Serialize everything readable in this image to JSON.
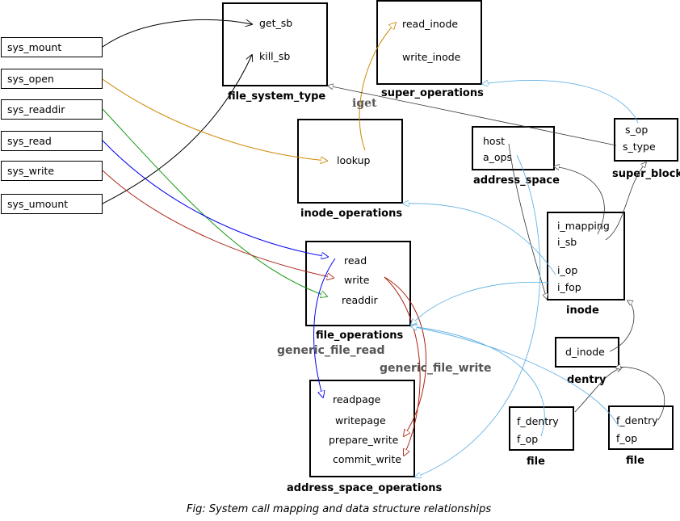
{
  "syscalls": [
    "sys_mount",
    "sys_open",
    "sys_readdir",
    "sys_read",
    "sys_write",
    "sys_umount"
  ],
  "file_system_type": {
    "title": "file_system_type",
    "fields": [
      "get_sb",
      "kill_sb"
    ]
  },
  "super_operations": {
    "title": "super_operations",
    "fields": [
      "read_inode",
      "write_inode"
    ]
  },
  "inode_operations": {
    "title": "inode_operations",
    "fields": [
      "lookup"
    ]
  },
  "file_operations": {
    "title": "file_operations",
    "fields": [
      "read",
      "write",
      "readdir"
    ]
  },
  "address_space_operations": {
    "title": "address_space_operations",
    "fields": [
      "readpage",
      "writepage",
      "prepare_write",
      "commit_write"
    ]
  },
  "address_space": {
    "title": "address_space",
    "fields": [
      "host",
      "a_ops"
    ]
  },
  "super_block": {
    "title": "super_block",
    "fields": [
      "s_op",
      "s_type"
    ]
  },
  "inode": {
    "title": "inode",
    "fields": [
      "i_mapping",
      "i_sb",
      "i_op",
      "i_fop"
    ]
  },
  "dentry": {
    "title": "dentry",
    "fields": [
      "d_inode"
    ]
  },
  "file1": {
    "title": "file",
    "fields": [
      "f_dentry",
      "f_op"
    ]
  },
  "file2": {
    "title": "file",
    "fields": [
      "f_dentry",
      "f_op"
    ]
  },
  "labels": {
    "iget": "iget",
    "generic_file_read": "generic_file_read",
    "generic_file_write": "generic_file_write"
  },
  "caption": "Fig: System call mapping and data structure relationships",
  "colors": {
    "mount": "#000000",
    "open": "#cc8800",
    "readdir": "#119911",
    "read": "#0000ee",
    "write": "#aa2211",
    "ptr": "#66b3e6",
    "struct": "#333333"
  }
}
